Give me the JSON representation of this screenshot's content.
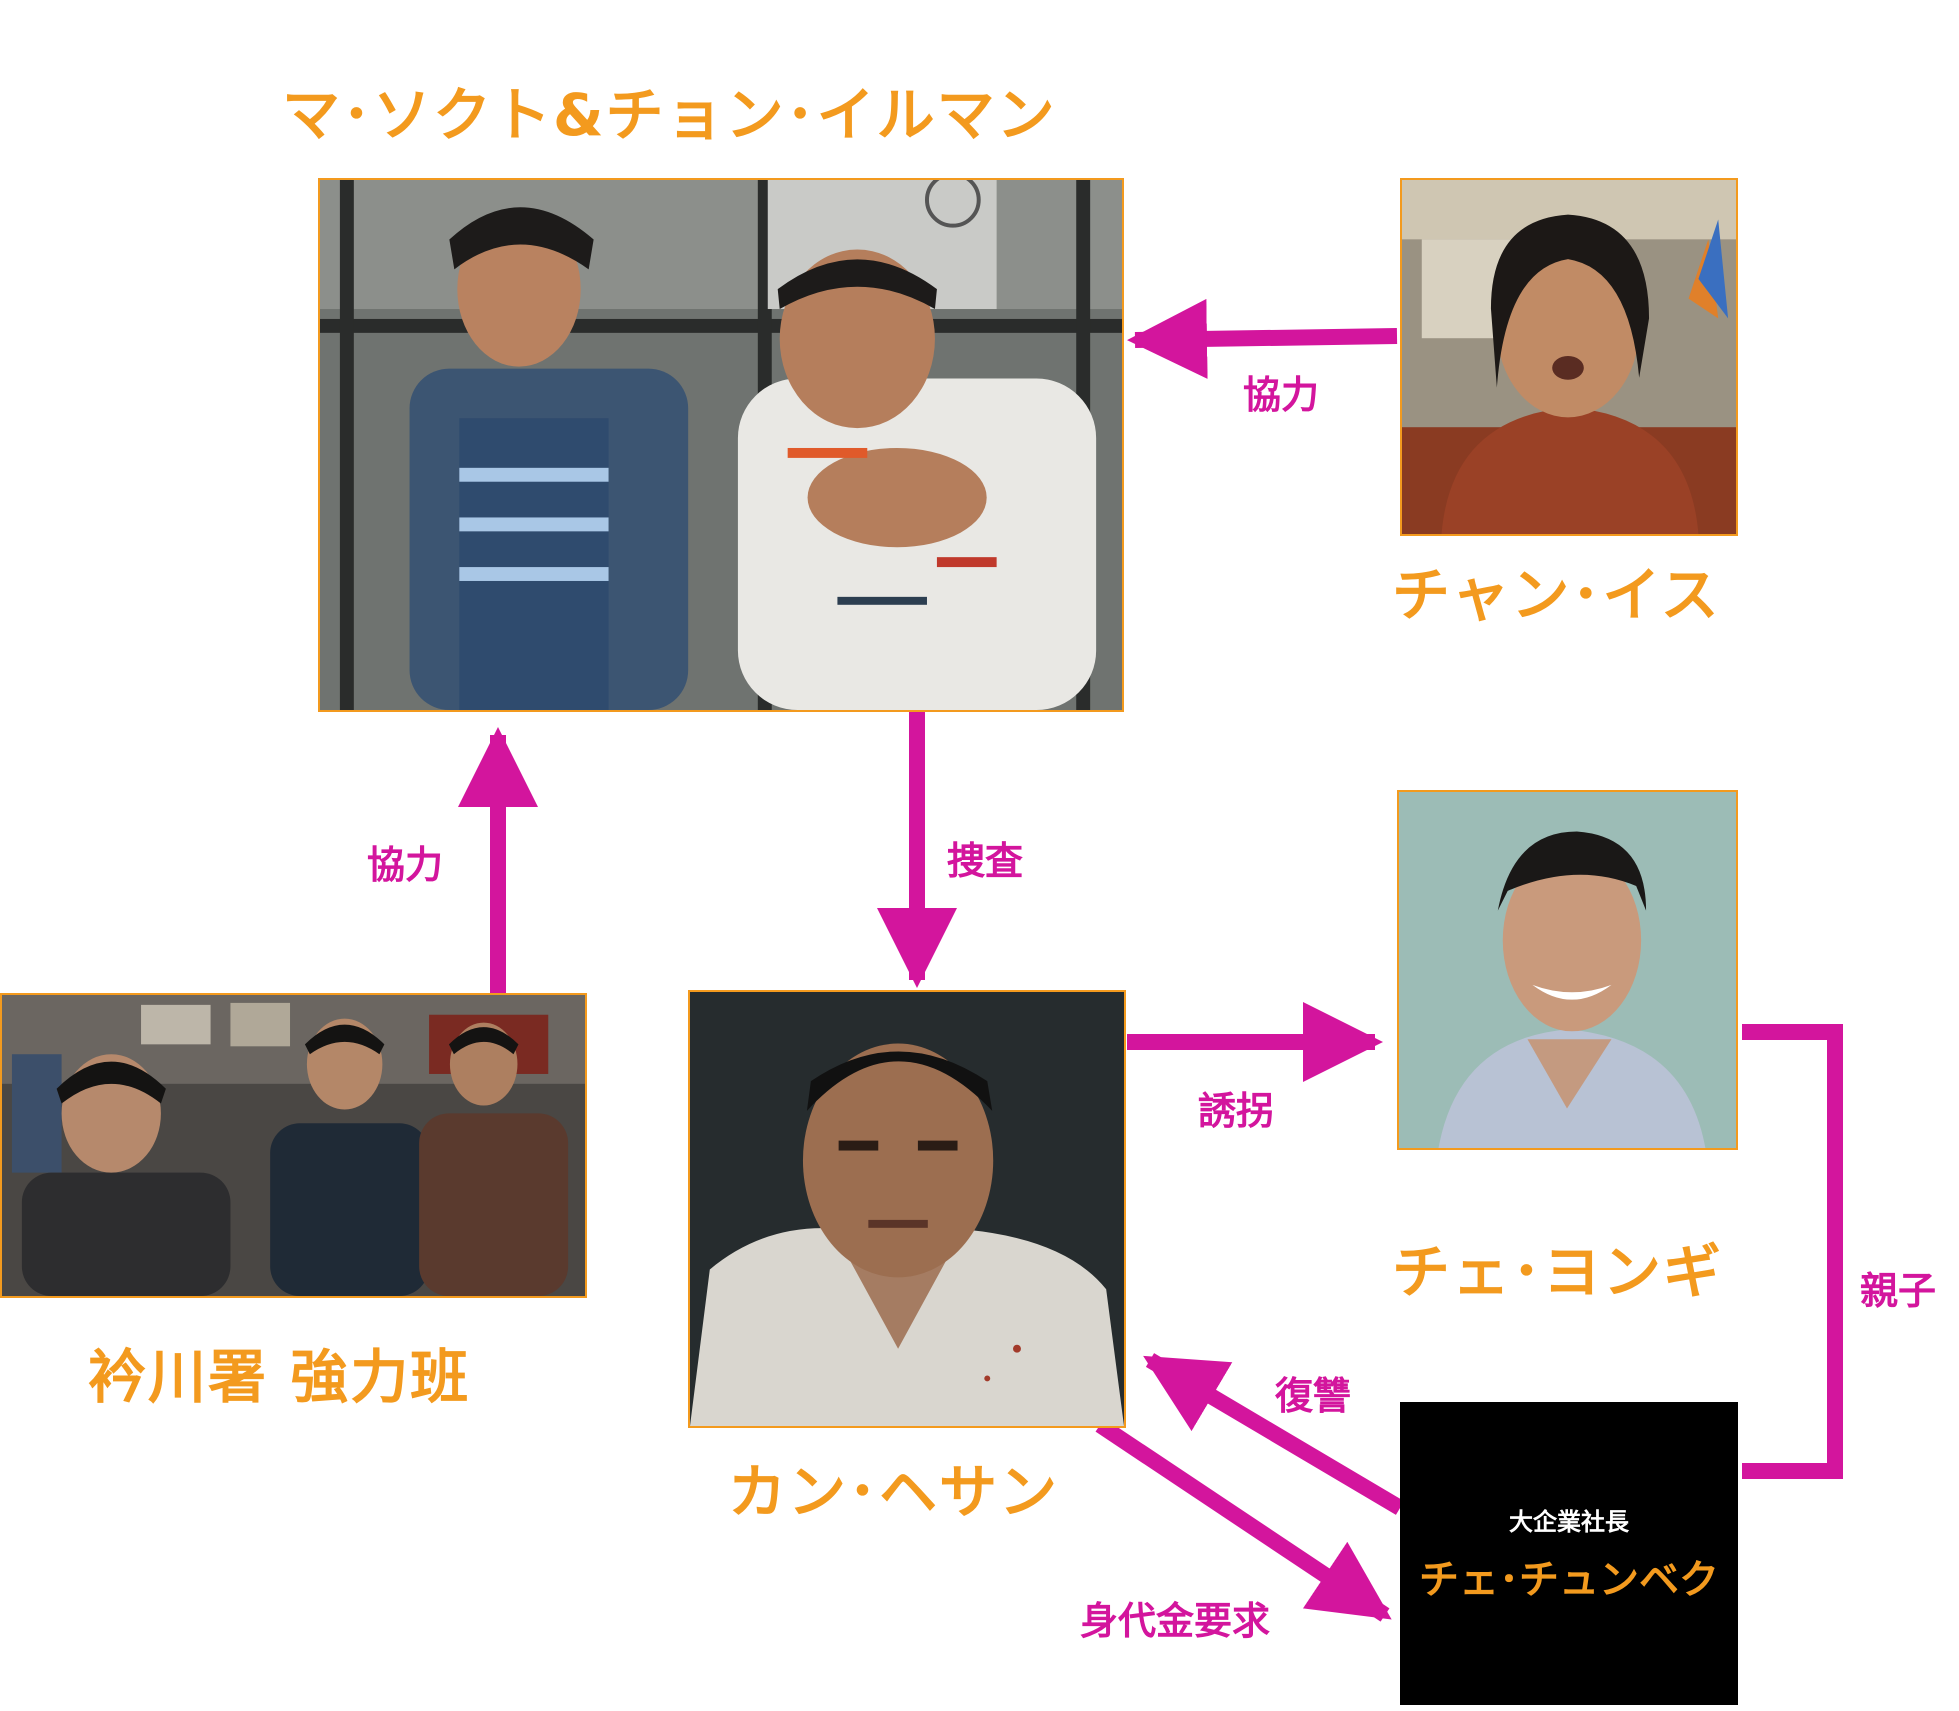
{
  "colors": {
    "accent": "#f39a1e",
    "relation": "#d3159d",
    "boss_bg": "#000000"
  },
  "characters": {
    "ma_jeon": {
      "name": "マ･ソクト&チョン･イルマン"
    },
    "jang_isu": {
      "name": "チャン･イス"
    },
    "team": {
      "name": "衿川署 強力班"
    },
    "kang": {
      "name": "カン･ヘサン"
    },
    "choi_yonggi": {
      "name": "チェ･ヨンギ"
    },
    "boss": {
      "role": "大企業社長",
      "name": "チェ･チュンベク"
    }
  },
  "relations": {
    "cooperate_top": "協力",
    "cooperate_left": "協力",
    "investigate": "捜査",
    "kidnap": "誘拐",
    "parent_child": "親子",
    "revenge": "復讐",
    "ransom": "身代金要求"
  }
}
